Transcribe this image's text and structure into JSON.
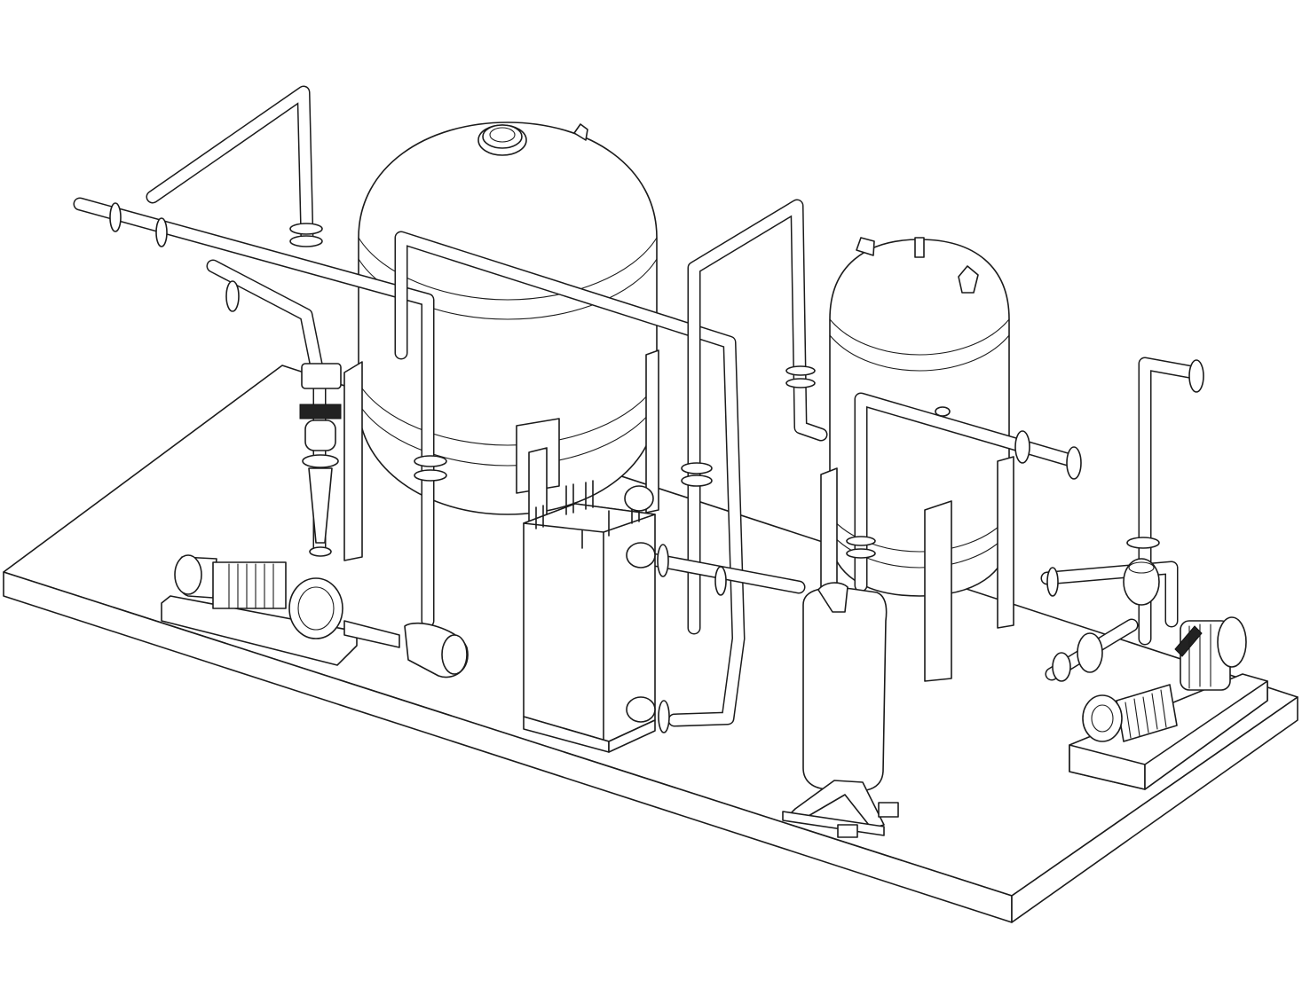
{
  "drawing": {
    "style": "isometric line drawing",
    "background_color": "#ffffff",
    "line_color": "#1b1b1b",
    "components": [
      "skid-base",
      "large-pressure-vessel",
      "small-pressure-vessel",
      "main-pump-left",
      "pump-right",
      "plate-heat-exchanger",
      "expansion-vessel",
      "pipework"
    ]
  }
}
